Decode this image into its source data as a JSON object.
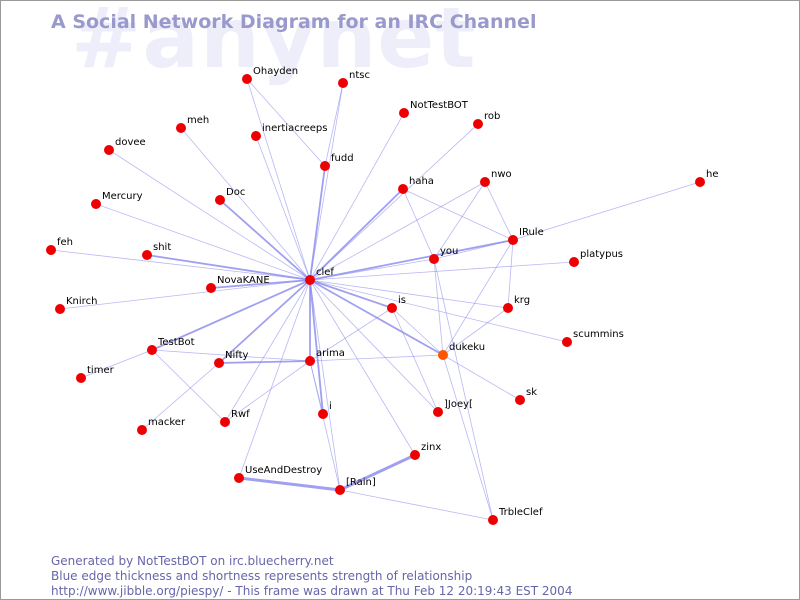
{
  "title": "A Social Network Diagram for an IRC Channel",
  "channel": "#anynet",
  "footer": {
    "line1": "Generated by NotTestBOT on irc.bluecherry.net",
    "line2": "Blue edge thickness and shortness represents strength of relationship",
    "line3": "http://www.jibble.org/piespy/ - This frame was drawn at Thu Feb 12 20:19:43 EST 2004"
  },
  "colors": {
    "node": "#ee0000",
    "node_highlight": "#ff5500",
    "edge": "#8888ee",
    "title": "#9999cc",
    "background_text": "#eeeefb"
  },
  "nodes": [
    {
      "id": "clef",
      "label": "clef"
    },
    {
      "id": "Ohayden",
      "label": "Ohayden"
    },
    {
      "id": "ntsc",
      "label": "ntsc"
    },
    {
      "id": "NotTestBOT",
      "label": "NotTestBOT"
    },
    {
      "id": "rob",
      "label": "rob"
    },
    {
      "id": "meh",
      "label": "meh"
    },
    {
      "id": "inertiacreeps",
      "label": "inertiacreeps"
    },
    {
      "id": "dovee",
      "label": "dovee"
    },
    {
      "id": "fudd",
      "label": "fudd"
    },
    {
      "id": "haha",
      "label": "haha"
    },
    {
      "id": "nwo",
      "label": "nwo"
    },
    {
      "id": "he",
      "label": "he"
    },
    {
      "id": "Mercury",
      "label": "Mercury"
    },
    {
      "id": "Doc",
      "label": "Doc"
    },
    {
      "id": "IRule",
      "label": "IRule"
    },
    {
      "id": "feh",
      "label": "feh"
    },
    {
      "id": "shit",
      "label": "shit"
    },
    {
      "id": "you",
      "label": "you"
    },
    {
      "id": "platypus",
      "label": "platypus"
    },
    {
      "id": "NovaKANE",
      "label": "NovaKANE"
    },
    {
      "id": "Knirch",
      "label": "Knirch"
    },
    {
      "id": "is",
      "label": "is"
    },
    {
      "id": "krg",
      "label": "krg"
    },
    {
      "id": "scummins",
      "label": "scummins"
    },
    {
      "id": "TestBot",
      "label": "TestBot"
    },
    {
      "id": "dukeku",
      "label": "dukeku",
      "highlight": true
    },
    {
      "id": "Nifty",
      "label": "Nifty"
    },
    {
      "id": "arima",
      "label": "arima"
    },
    {
      "id": "timer",
      "label": "timer"
    },
    {
      "id": "sk",
      "label": "sk"
    },
    {
      "id": "Rwf",
      "label": "Rwf"
    },
    {
      "id": "i",
      "label": "i"
    },
    {
      "id": "Joey",
      "label": "]Joey["
    },
    {
      "id": "macker",
      "label": "macker"
    },
    {
      "id": "zinx",
      "label": "zinx"
    },
    {
      "id": "UseAndDestroy",
      "label": "UseAndDestroy"
    },
    {
      "id": "Rain",
      "label": "[Rain]"
    },
    {
      "id": "TrbleClef",
      "label": "TrbleClef"
    }
  ],
  "edges": [
    {
      "from": "clef",
      "to": "Ohayden",
      "weight": 1
    },
    {
      "from": "clef",
      "to": "ntsc",
      "weight": 1
    },
    {
      "from": "clef",
      "to": "NotTestBOT",
      "weight": 1
    },
    {
      "from": "clef",
      "to": "rob",
      "weight": 1
    },
    {
      "from": "clef",
      "to": "meh",
      "weight": 1
    },
    {
      "from": "clef",
      "to": "inertiacreeps",
      "weight": 1
    },
    {
      "from": "clef",
      "to": "dovee",
      "weight": 1
    },
    {
      "from": "clef",
      "to": "fudd",
      "weight": 2
    },
    {
      "from": "clef",
      "to": "haha",
      "weight": 2
    },
    {
      "from": "clef",
      "to": "nwo",
      "weight": 1
    },
    {
      "from": "clef",
      "to": "Mercury",
      "weight": 1
    },
    {
      "from": "clef",
      "to": "Doc",
      "weight": 2
    },
    {
      "from": "clef",
      "to": "IRule",
      "weight": 2
    },
    {
      "from": "clef",
      "to": "feh",
      "weight": 1
    },
    {
      "from": "clef",
      "to": "shit",
      "weight": 2
    },
    {
      "from": "clef",
      "to": "you",
      "weight": 1
    },
    {
      "from": "clef",
      "to": "platypus",
      "weight": 1
    },
    {
      "from": "clef",
      "to": "NovaKANE",
      "weight": 2
    },
    {
      "from": "clef",
      "to": "Knirch",
      "weight": 1
    },
    {
      "from": "clef",
      "to": "is",
      "weight": 2
    },
    {
      "from": "clef",
      "to": "krg",
      "weight": 1
    },
    {
      "from": "clef",
      "to": "scummins",
      "weight": 1
    },
    {
      "from": "clef",
      "to": "TestBot",
      "weight": 2
    },
    {
      "from": "clef",
      "to": "dukeku",
      "weight": 2
    },
    {
      "from": "clef",
      "to": "Nifty",
      "weight": 2
    },
    {
      "from": "clef",
      "to": "arima",
      "weight": 2
    },
    {
      "from": "clef",
      "to": "Rwf",
      "weight": 1
    },
    {
      "from": "clef",
      "to": "i",
      "weight": 2
    },
    {
      "from": "clef",
      "to": "Joey",
      "weight": 1
    },
    {
      "from": "clef",
      "to": "zinx",
      "weight": 1
    },
    {
      "from": "clef",
      "to": "UseAndDestroy",
      "weight": 1
    },
    {
      "from": "clef",
      "to": "Rain",
      "weight": 1
    },
    {
      "from": "Ohayden",
      "to": "fudd",
      "weight": 1
    },
    {
      "from": "ntsc",
      "to": "fudd",
      "weight": 1
    },
    {
      "from": "haha",
      "to": "IRule",
      "weight": 1
    },
    {
      "from": "nwo",
      "to": "IRule",
      "weight": 1
    },
    {
      "from": "he",
      "to": "IRule",
      "weight": 1
    },
    {
      "from": "you",
      "to": "IRule",
      "weight": 1
    },
    {
      "from": "nwo",
      "to": "you",
      "weight": 1
    },
    {
      "from": "haha",
      "to": "you",
      "weight": 1
    },
    {
      "from": "you",
      "to": "dukeku",
      "weight": 1
    },
    {
      "from": "IRule",
      "to": "dukeku",
      "weight": 1
    },
    {
      "from": "IRule",
      "to": "krg",
      "weight": 1
    },
    {
      "from": "krg",
      "to": "dukeku",
      "weight": 1
    },
    {
      "from": "is",
      "to": "dukeku",
      "weight": 1
    },
    {
      "from": "is",
      "to": "arima",
      "weight": 1
    },
    {
      "from": "is",
      "to": "Joey",
      "weight": 1
    },
    {
      "from": "arima",
      "to": "dukeku",
      "weight": 1
    },
    {
      "from": "arima",
      "to": "Nifty",
      "weight": 2
    },
    {
      "from": "arima",
      "to": "TestBot",
      "weight": 1
    },
    {
      "from": "arima",
      "to": "i",
      "weight": 1
    },
    {
      "from": "arima",
      "to": "Rwf",
      "weight": 1
    },
    {
      "from": "TestBot",
      "to": "timer",
      "weight": 1
    },
    {
      "from": "TestBot",
      "to": "Rwf",
      "weight": 1
    },
    {
      "from": "Nifty",
      "to": "macker",
      "weight": 1
    },
    {
      "from": "dukeku",
      "to": "sk",
      "weight": 1
    },
    {
      "from": "dukeku",
      "to": "TrbleClef",
      "weight": 1
    },
    {
      "from": "you",
      "to": "TrbleClef",
      "weight": 1
    },
    {
      "from": "Rain",
      "to": "TrbleClef",
      "weight": 1
    },
    {
      "from": "UseAndDestroy",
      "to": "Rain",
      "weight": 3
    },
    {
      "from": "Rain",
      "to": "zinx",
      "weight": 3
    },
    {
      "from": "arima",
      "to": "Rain",
      "weight": 1
    }
  ]
}
